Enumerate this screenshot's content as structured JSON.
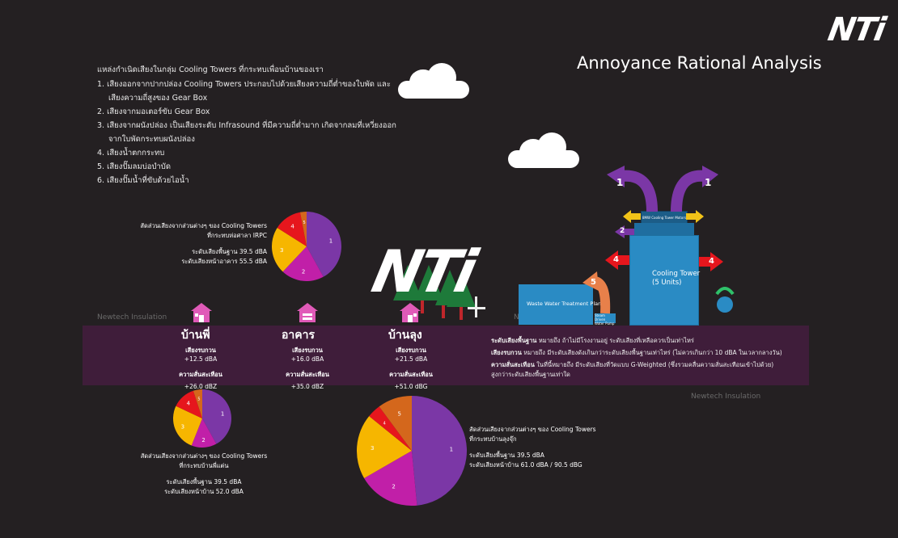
{
  "logo": {
    "text": "NTi"
  },
  "title": "Annoyance Rational Analysis",
  "sources": {
    "heading": "แหล่งกำเนิดเสียงในกลุ่ม Cooling Towers ที่กระทบเพื่อนบ้านของเรา",
    "items": [
      {
        "line1": "1. เสียงออกจากปากปล่อง Cooling Towers ประกอบไปด้วยเสียงความถี่ต่ำของใบพัด และ",
        "line2": "เสียงความถี่สูงของ Gear Box"
      },
      {
        "line1": "2. เสียงจากมอเตอร์ขับ Gear Box",
        "line2": ""
      },
      {
        "line1": "3. เสียงจากผนังปล่อง เป็นเสียงระดับ Infrasound ที่มีความถี่ต่ำมาก เกิดจากลมที่เหวี่ยงออก",
        "line2": "จากใบพัดกระทบผนังปล่อง"
      },
      {
        "line1": "4. เสียงน้ำตกกระทบ",
        "line2": ""
      },
      {
        "line1": "5. เสียงปั๊มลมบ่อบำบัด",
        "line2": ""
      },
      {
        "line1": "6. เสียงปั๊มน้ำที่ขับด้วยไอน้ำ",
        "line2": ""
      }
    ]
  },
  "pie_top": {
    "caption1": "สัดส่วนเสียงจากส่วนต่างๆ ของ Cooling Towers",
    "caption2": "ที่กระทบห่อศาลา IRPC",
    "base": "ระดับเสียงพื้นฐาน 39.5 dBA",
    "front": "ระดับเสียงหน้าอาคาร 55.5 dBA"
  },
  "pie_bottom_left": {
    "caption1": "สัดส่วนเสียงจากส่วนต่างๆ ของ Cooling Towers",
    "caption2": "ที่กระทบบ้านพี่แต่น",
    "base": "ระดับเสียงพื้นฐาน 39.5 dBA",
    "front": "ระดับเสียงหน้าบ้าน 52.0 dBA"
  },
  "pie_bottom_center": {
    "caption1": "สัดส่วนเสียงจากส่วนต่างๆ ของ Cooling Towers",
    "caption2": "ที่กระทบบ้านลุงจุ๊ก",
    "base": "ระดับเสียงพื้นฐาน 39.5 dBA",
    "front": "ระดับเสียงหน้าบ้าน 61.0 dBA / 90.5 dBG"
  },
  "locations": [
    {
      "name": "บ้านพี่",
      "noise_label": "เสียงรบกวน",
      "noise": "+12.5 dBA",
      "vib_label": "ความสั่นสะเทือน",
      "vib": "+26.0 dBZ"
    },
    {
      "name": "อาคาร",
      "noise_label": "เสียงรบกวน",
      "noise": "+16.0 dBA",
      "vib_label": "ความสั่นสะเทือน",
      "vib": "+35.0 dBZ"
    },
    {
      "name": "บ้านลุง",
      "noise_label": "เสียงรบกวน",
      "noise": "+21.5 dBA",
      "vib_label": "ความสั่นสะเทือน",
      "vib": "+51.0 dBG"
    }
  ],
  "legend": {
    "l1_bold": "ระดับเสียงพื้นฐาน",
    "l1": "หมายถึง ถ้าไม่มีโรงงานอยู่ ระดับเสียงที่เหลือควรเป็นเท่าไหร่",
    "l2_bold": "เสียงรบกวน",
    "l2": "หมายถึง มีระดับเสียงดังเกินกว่าระดับเสียงพื้นฐานเท่าไหร่ (ไม่ควรเกินกว่า 10 dBA ในเวลากลางวัน)",
    "l3_bold": "ความสั่นสะเทือน",
    "l3": "ในที่นี้หมายถึง มีระดับเสียงที่วัดแบบ G-Weighted (ซึ่งรวมคลื่นความสั่นสะเทือนเข้าไปด้วย)",
    "l4": "สูงกว่าระดับเสียงพื้นฐานเท่าใด"
  },
  "watermark": "Newtech Insulation",
  "plant": {
    "tower_line1": "Cooling Tower",
    "tower_line2": "(5 Units)",
    "wwtp": "Waste Water Treatment Plant",
    "small": "Steam Driven Water Pump",
    "cap": "8MW Cooling Tower Motors"
  },
  "arrow_labels": {
    "a1": "1",
    "a2": "2",
    "a4": "4",
    "a5": "5"
  },
  "colors": {
    "purple": "#7b37a6",
    "magenta": "#c11fa8",
    "yellow": "#f6b600",
    "red": "#e6161d",
    "orange": "#d4671c",
    "green": "#3f9a36",
    "band": "#3f1d3a",
    "tower": "#2a8bc4"
  },
  "chart_data": [
    {
      "type": "pie",
      "labels": [
        "1",
        "2",
        "3",
        "4",
        "5"
      ],
      "values": [
        42,
        20,
        22,
        13,
        3
      ]
    },
    {
      "type": "pie",
      "labels": [
        "1",
        "2",
        "3",
        "4",
        "5"
      ],
      "values": [
        42,
        14,
        26,
        13,
        5
      ]
    },
    {
      "type": "pie",
      "labels": [
        "1",
        "2",
        "3",
        "4",
        "5"
      ],
      "values": [
        48,
        18,
        19,
        4,
        10
      ]
    }
  ]
}
